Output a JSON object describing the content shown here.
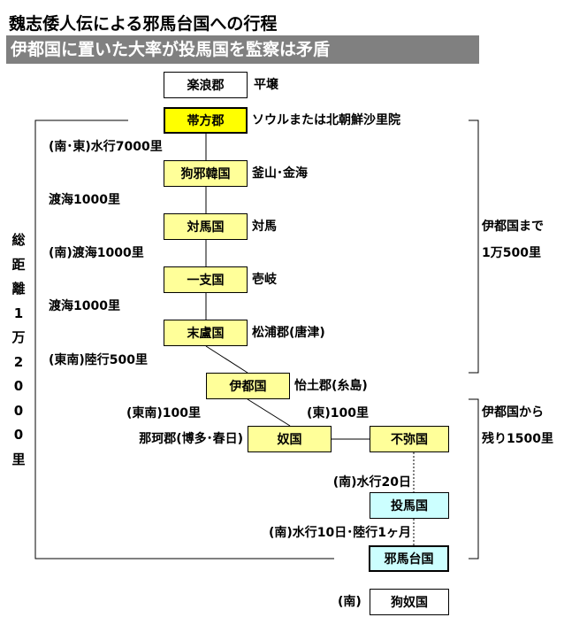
{
  "title": "魏志倭人伝による邪馬台国への行程",
  "subtitle": "伊都国に置いた大率が投馬国を監察は矛盾",
  "nodes": {
    "rakuro": {
      "name": "楽浪郡",
      "note": "平壌"
    },
    "taiho": {
      "name": "帯方郡",
      "note": "ソウルまたは北朝鮮沙里院"
    },
    "kuyakan": {
      "name": "狗邪韓国",
      "note": "釜山･金海"
    },
    "tsushima": {
      "name": "対馬国",
      "note": "対馬"
    },
    "ikishi": {
      "name": "一支国",
      "note": "壱岐"
    },
    "matsuro": {
      "name": "末盧国",
      "note": "松浦郡(唐津)"
    },
    "ito": {
      "name": "伊都国",
      "note": "怡土郡(糸島)"
    },
    "na": {
      "name": "奴国",
      "note": "那珂郡(博多･春日)"
    },
    "fumi": {
      "name": "不弥国"
    },
    "toma": {
      "name": "投馬国"
    },
    "yamatai": {
      "name": "邪馬台国"
    },
    "kuna": {
      "name": "狗奴国",
      "note": "(南)"
    }
  },
  "routes": {
    "r1": "(南･東)水行7000里",
    "r2": "渡海1000里",
    "r3": "(南)渡海1000里",
    "r4": "渡海1000里",
    "r5": "(東南)陸行500里",
    "r6": "(東南)100里",
    "r7": "(東)100里",
    "r8": "(南)水行20日",
    "r9": "(南)水行10日･陸行1ヶ月"
  },
  "brackets": {
    "total": [
      "総",
      "距",
      "離",
      "1",
      "万",
      "2",
      "0",
      "0",
      "0",
      "里"
    ],
    "to_ito_1": "伊都国まで",
    "to_ito_2": "1万500里",
    "from_ito_1": "伊都国から",
    "from_ito_2": "残り1500里"
  }
}
